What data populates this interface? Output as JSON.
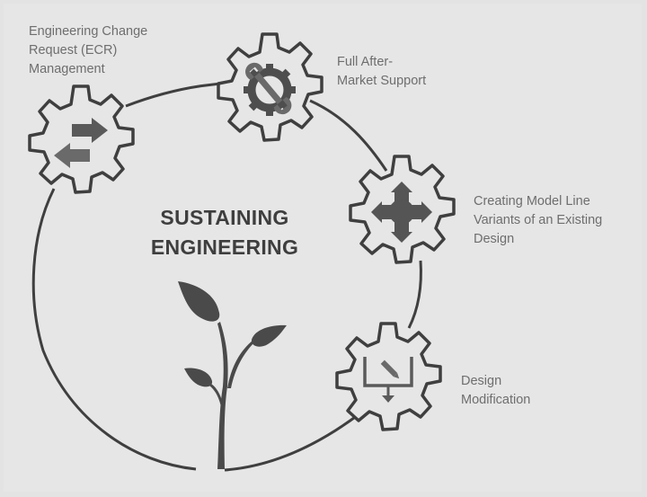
{
  "diagram": {
    "title_line1": "SUSTAINING",
    "title_line2": "ENGINEERING",
    "colors": {
      "background": "#e3e3e3",
      "stroke": "#3f3f3f",
      "icon_fill": "#5a5a5a",
      "label_text": "#6e6e6e",
      "title_text": "#3e3e3e"
    },
    "nodes": [
      {
        "id": "ecr",
        "icon": "swap-arrows-icon",
        "label": "Engineering Change\nRequest (ECR)\nManagement"
      },
      {
        "id": "aftermarket",
        "icon": "wrench-gear-icon",
        "label": "Full After-\nMarket Support"
      },
      {
        "id": "variants",
        "icon": "four-way-arrows-icon",
        "label": "Creating Model Line\nVariants of an Existing\nDesign"
      },
      {
        "id": "modification",
        "icon": "pencil-tray-icon",
        "label": "Design\nModification"
      }
    ],
    "center_icon": "sprout-plant-icon"
  }
}
